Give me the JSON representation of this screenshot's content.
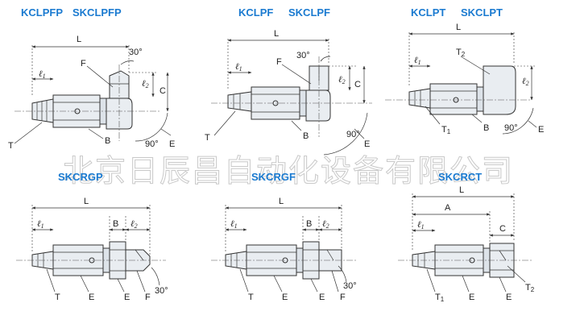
{
  "watermark": "北京日辰昌自动化设备有限公司",
  "panels": [
    {
      "id": "kclpfp",
      "titles": [
        "KCLPFP",
        "SKCLPFP"
      ],
      "labels": {
        "L": "L",
        "l1": "ℓ",
        "l1sub": "1",
        "F": "F",
        "angle1": "30°",
        "l2": "ℓ",
        "l2sub": "2",
        "C": "C",
        "T": "T",
        "B": "B",
        "angle2": "90°",
        "E": "E"
      }
    },
    {
      "id": "kclpf",
      "titles": [
        "KCLPF",
        "SKCLPF"
      ],
      "labels": {
        "L": "L",
        "l1": "ℓ",
        "l1sub": "1",
        "F": "F",
        "angle1": "30°",
        "l2": "ℓ",
        "l2sub": "2",
        "C": "C",
        "T": "T",
        "B": "B",
        "angle2": "90°",
        "E": "E"
      }
    },
    {
      "id": "kclpt",
      "titles": [
        "KCLPT",
        "SKCLPT"
      ],
      "labels": {
        "L": "L",
        "l1": "ℓ",
        "l1sub": "1",
        "T2": "T",
        "T2sub": "2",
        "l2": "ℓ",
        "l2sub": "2",
        "T1": "T",
        "T1sub": "1",
        "B": "B",
        "angle2": "90°",
        "E": "E"
      }
    },
    {
      "id": "skcrgp",
      "titles": [
        "SKCRGP"
      ],
      "labels": {
        "L": "L",
        "l1": "ℓ",
        "l1sub": "1",
        "B": "B",
        "l2": "ℓ",
        "l2sub": "2",
        "angle": "30°",
        "T": "T",
        "E1": "E",
        "E2": "E",
        "F": "F"
      }
    },
    {
      "id": "skcrgf",
      "titles": [
        "SKCRGF"
      ],
      "labels": {
        "L": "L",
        "l1": "ℓ",
        "l1sub": "1",
        "B": "B",
        "l2": "ℓ",
        "l2sub": "2",
        "angle": "30°",
        "T": "T",
        "E1": "E",
        "E2": "E",
        "F": "F"
      }
    },
    {
      "id": "skcrct",
      "titles": [
        "SKCRCT"
      ],
      "labels": {
        "L": "L",
        "A": "A",
        "C": "C",
        "l1": "ℓ",
        "l1sub": "1",
        "T2": "T",
        "T2sub": "2",
        "T1": "T",
        "T1sub": "1",
        "E1": "E",
        "E2": "E"
      }
    }
  ]
}
